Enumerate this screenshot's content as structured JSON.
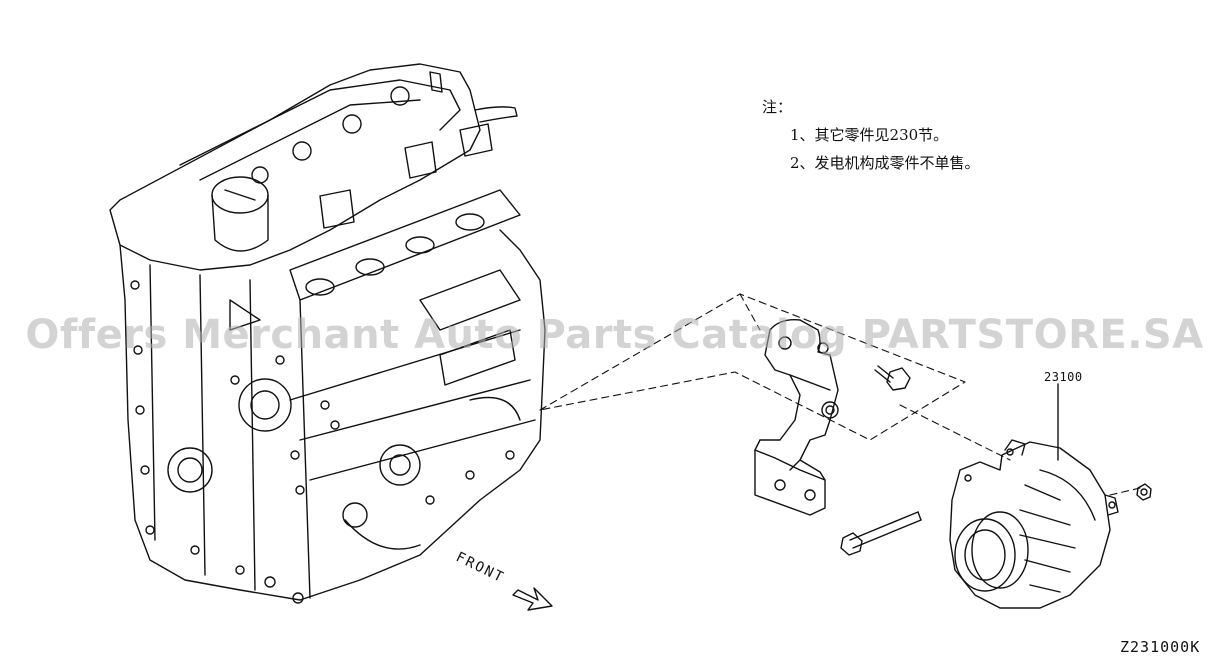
{
  "notes": {
    "title": "注：",
    "items": [
      "1、其它零件见230节。",
      "2、发电机构成零件不单售。"
    ]
  },
  "part_number": "23100",
  "front_label": "FRONT",
  "diagram_code": "Z231000K",
  "watermark": "Offers Merchant Auto Parts Catalog PARTSTORE.SA"
}
